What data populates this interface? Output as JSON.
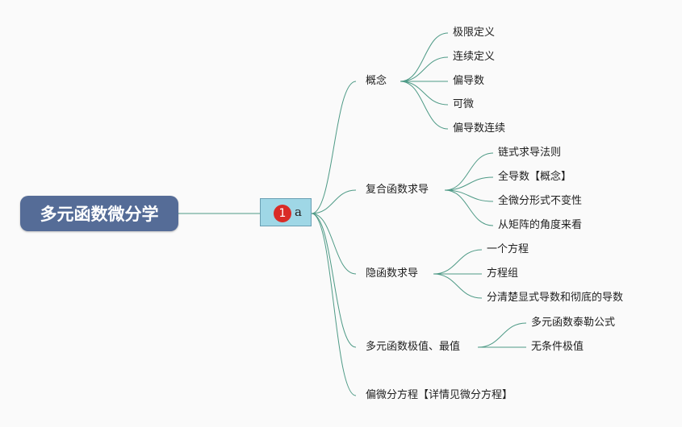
{
  "root": {
    "label": "多元函数微分学"
  },
  "hub": {
    "badge": "1",
    "label": "a"
  },
  "colors": {
    "line": "#4e9a86",
    "root_bg": "#556c97",
    "hub_bg": "#9fd7e6",
    "badge": "#d92b26"
  },
  "branches": [
    {
      "label": "概念",
      "children": [
        "极限定义",
        "连续定义",
        "偏导数",
        "可微",
        "偏导数连续"
      ]
    },
    {
      "label": "复合函数求导",
      "children": [
        "链式求导法则",
        "全导数【概念】",
        "全微分形式不变性",
        "从矩阵的角度来看"
      ]
    },
    {
      "label": "隐函数求导",
      "children": [
        "一个方程",
        "方程组",
        "分清楚显式导数和彻底的导数"
      ]
    },
    {
      "label": "多元函数极值、最值",
      "children": [
        "多元函数泰勒公式",
        "无条件极值"
      ]
    },
    {
      "label": "偏微分方程【详情见微分方程】",
      "children": []
    }
  ]
}
